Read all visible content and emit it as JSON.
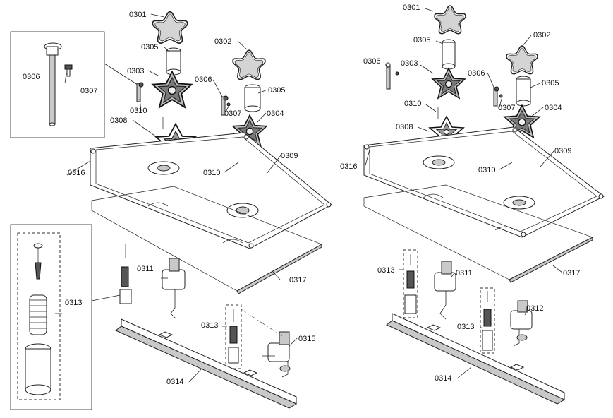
{
  "labels": {
    "left": {
      "p0301": "0301",
      "p0302": "0302",
      "p0303": "0303",
      "p0304": "0304",
      "p0305a": "0305",
      "p0305b": "0305",
      "p0306a": "0306",
      "p0306b": "0306",
      "p0307a": "0307",
      "p0307b": "0307",
      "p0308": "0308",
      "p0309": "0309",
      "p0310a": "0310",
      "p0310b": "0310",
      "p0311": "0311",
      "p0313a": "0313",
      "p0313b": "0313",
      "p0314": "0314",
      "p0315": "0315",
      "p0316": "0316",
      "p0317": "0317"
    },
    "right": {
      "p0301": "0301",
      "p0302": "0302",
      "p0303": "0303",
      "p0304": "0304",
      "p0305a": "0305",
      "p0305b": "0305",
      "p0306a": "0306",
      "p0306b": "0306",
      "p0307": "0307",
      "p0308": "0308",
      "p0309": "0309",
      "p0310a": "0310",
      "p0310b": "0310",
      "p0311": "0311",
      "p0312": "0312",
      "p0313a": "0313",
      "p0313b": "0313",
      "p0314": "0314",
      "p0316": "0316",
      "p0317": "0317"
    }
  }
}
